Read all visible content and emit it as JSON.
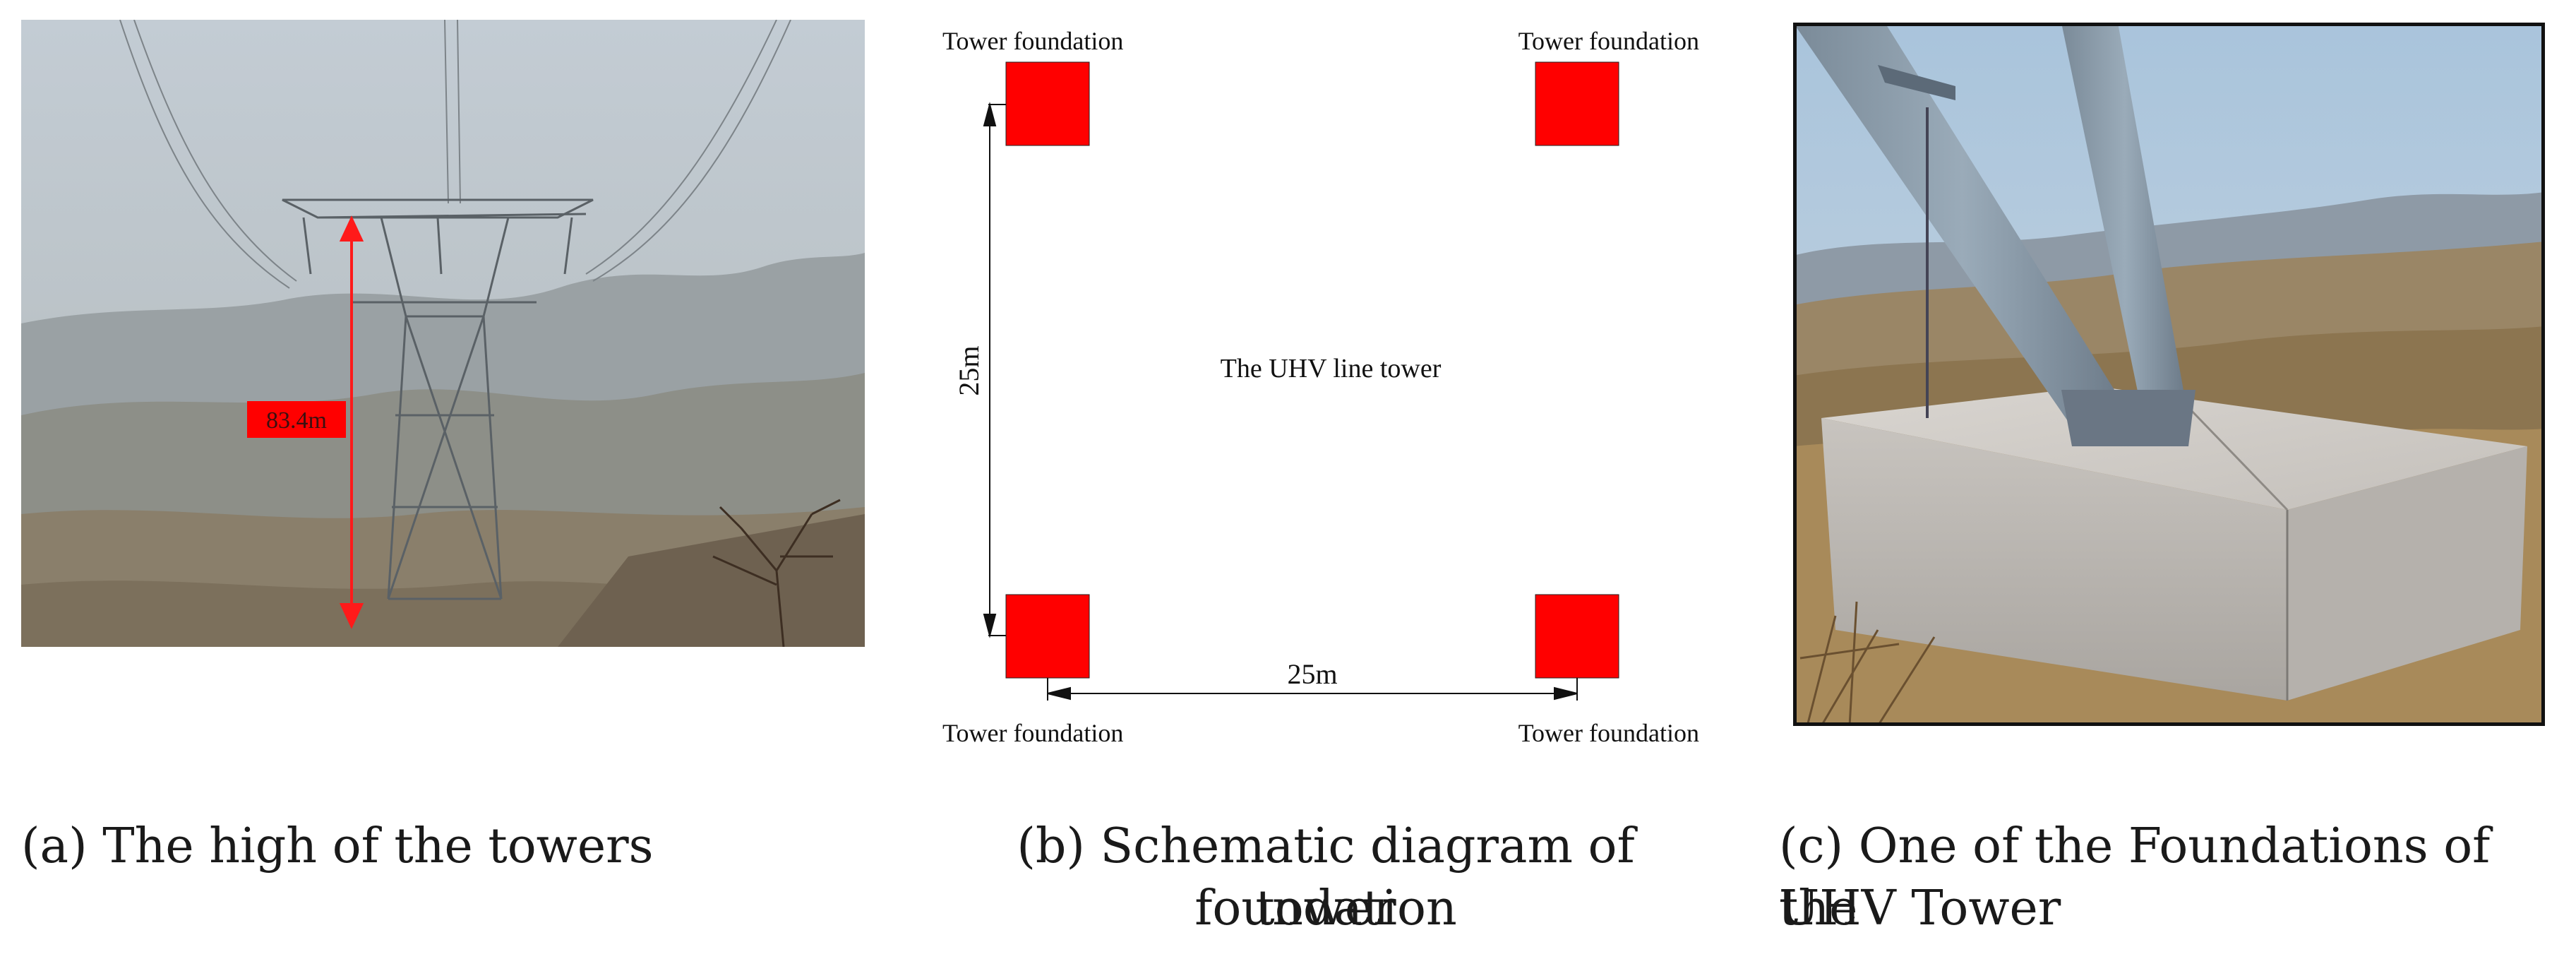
{
  "panel_a": {
    "height_label": "83.4m",
    "caption": "(a) The high of the towers"
  },
  "panel_b": {
    "labels": {
      "top_left": "Tower foundation",
      "top_right": "Tower foundation",
      "bottom_left": "Tower foundation",
      "bottom_right": "Tower foundation",
      "center": "The UHV line tower",
      "vertical_dimension": "25m",
      "horizontal_dimension": "25m"
    },
    "caption_line1": "(b) Schematic diagram of tower",
    "caption_line2": "foundation"
  },
  "panel_c": {
    "caption_line1": "(c) One of the Foundations of the",
    "caption_line2": "UHV Tower"
  },
  "colors": {
    "foundation_fill": "#ff0000",
    "arrow_red": "#ff1a1a",
    "sky": "#c9d3dc",
    "haze": "#9aa3a8"
  }
}
